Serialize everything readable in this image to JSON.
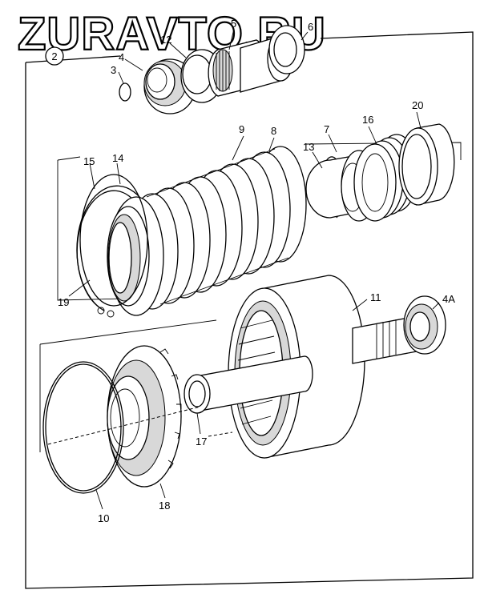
{
  "watermark": "ZURAVTO.RU",
  "callouts": {
    "c2": "2",
    "c3": "3",
    "c4": "4",
    "c12": "12",
    "c5": "5",
    "c6": "6",
    "c9": "9",
    "c8": "8",
    "c15": "15",
    "c14": "14",
    "c7": "7",
    "c13": "13",
    "c16": "16",
    "c20": "20",
    "c19": "19",
    "c11": "11",
    "c4a": "4A",
    "c17": "17",
    "c10": "10",
    "c18": "18"
  }
}
